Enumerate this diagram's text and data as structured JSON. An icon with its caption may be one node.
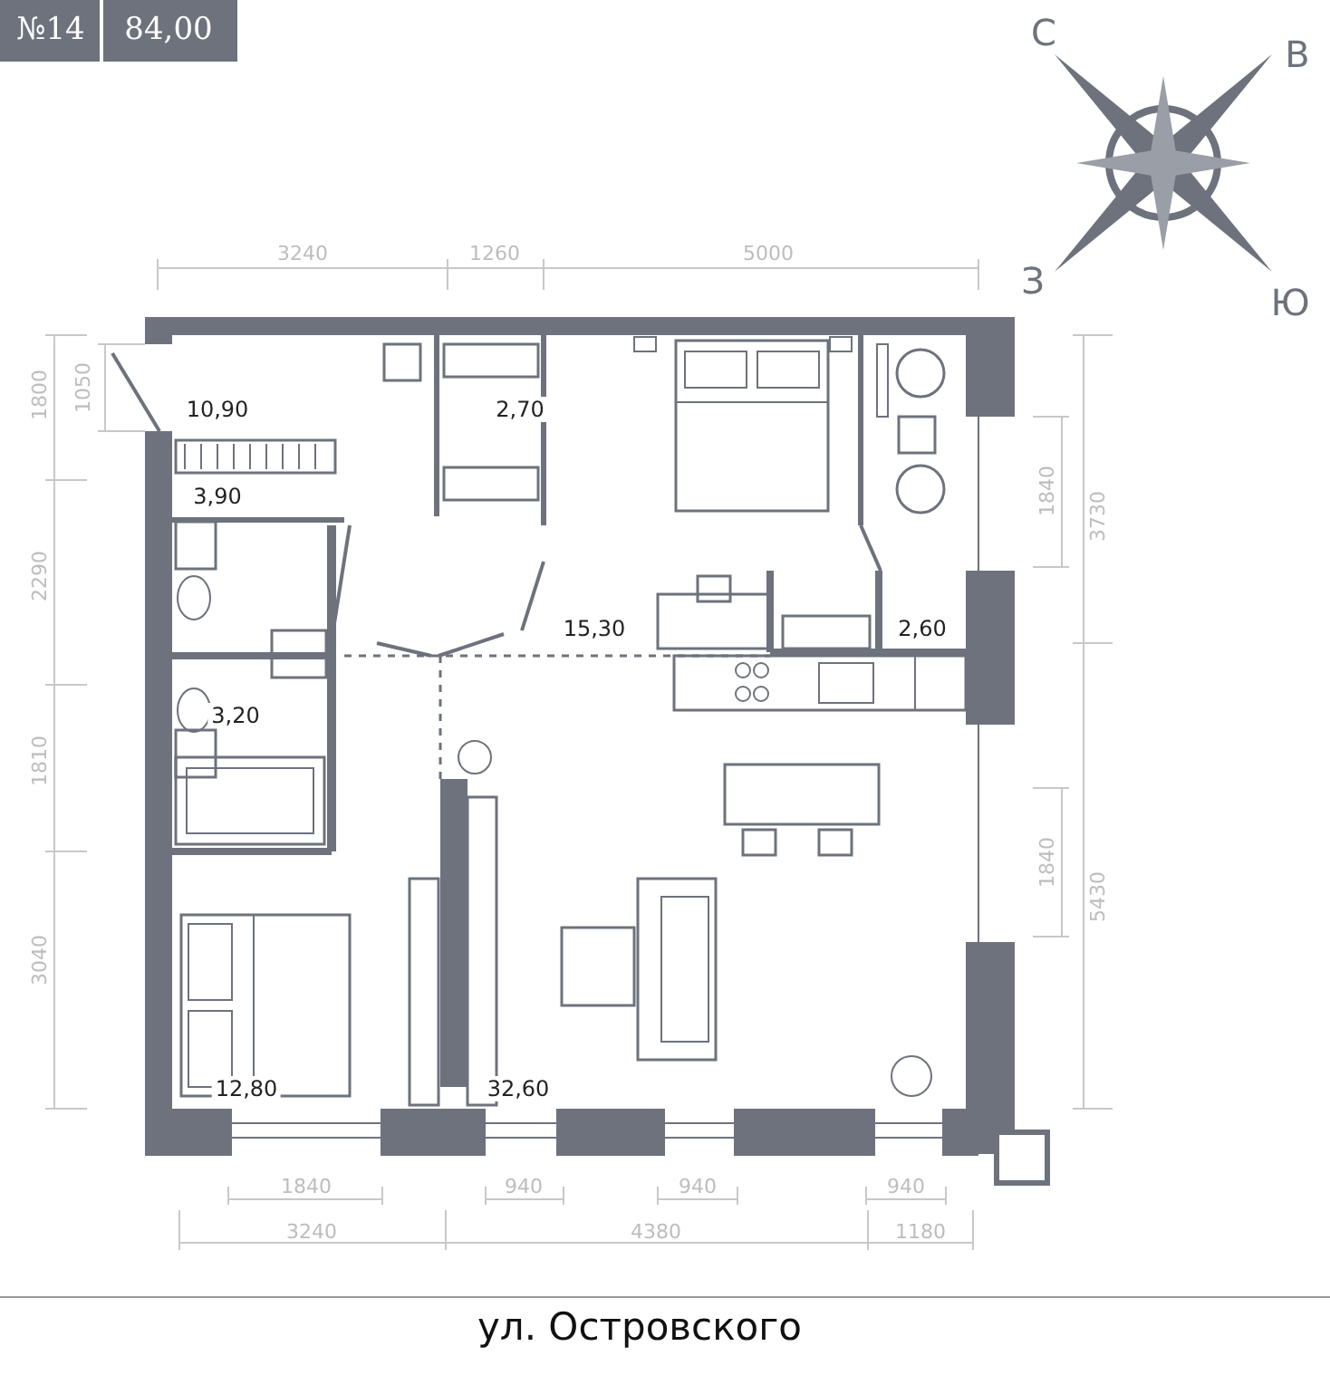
{
  "diagram": {
    "caption": "ул. Островского",
    "labels": [
      "№14",
      "84,00",
      "С",
      "В",
      "3240",
      "1260",
      "5000",
      "З",
      "Ю",
      "1800",
      "1050",
      "10,90",
      "2,70",
      "3,90",
      "1840",
      "3730",
      "2290",
      "15,30",
      "2,60",
      "3,20",
      "1810",
      "1840",
      "5430",
      "3040",
      "12,80",
      "32,60",
      "1840",
      "940",
      "940",
      "940",
      "3240",
      "4380",
      "1180"
    ]
  }
}
